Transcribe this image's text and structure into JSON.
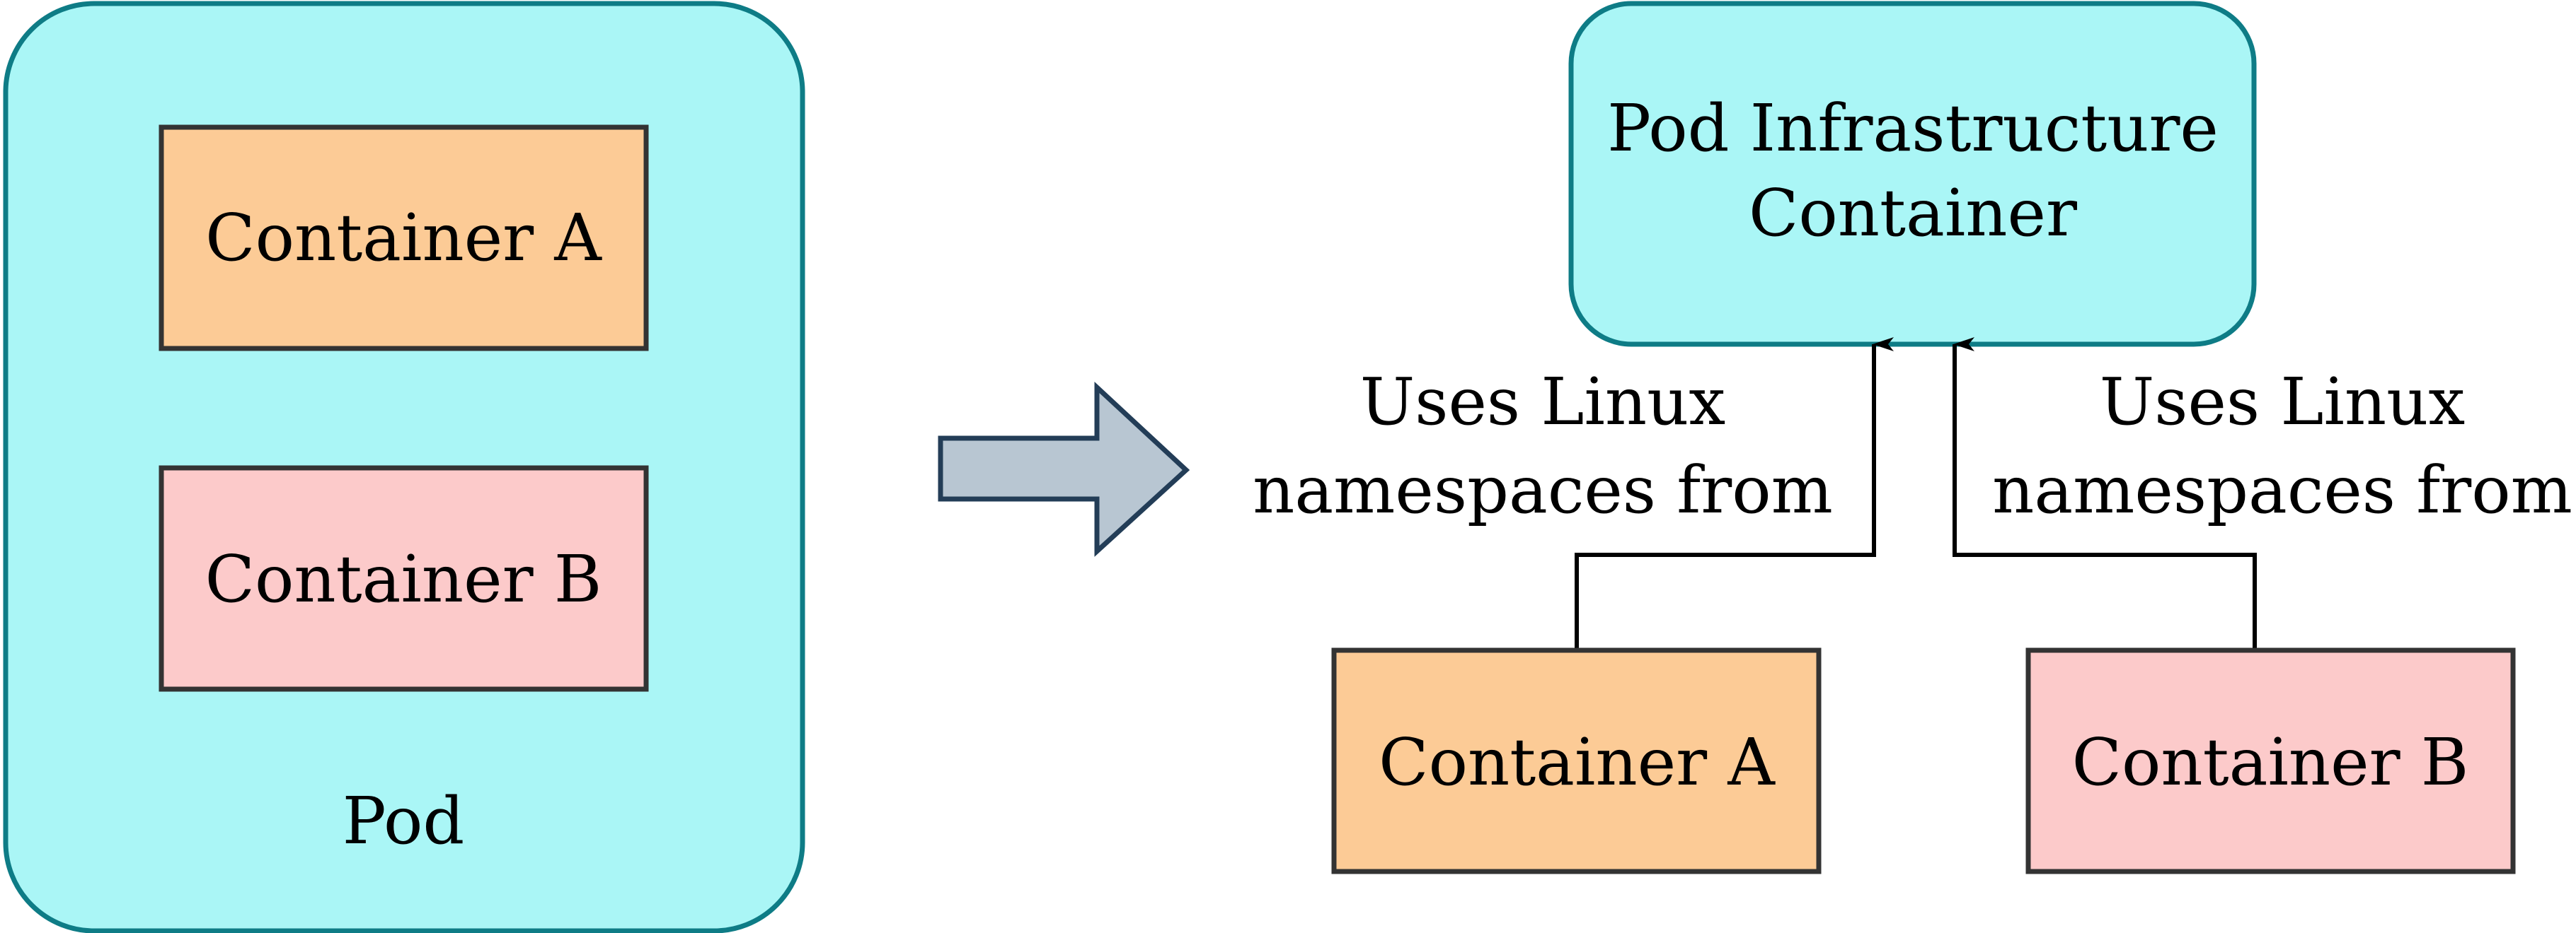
{
  "pod_group": {
    "label": "Pod",
    "container_a": "Container A",
    "container_b": "Container B"
  },
  "transform_arrow": "arrow-right",
  "infra": {
    "line1": "Pod Infrastructure",
    "line2": "Container"
  },
  "edge_left": {
    "line1": "Uses Linux",
    "line2": "namespaces from"
  },
  "edge_right": {
    "line1": "Uses Linux",
    "line2": "namespaces from"
  },
  "right_container_a": "Container A",
  "right_container_b": "Container B",
  "colors": {
    "pod_fill": "#aaf6f6",
    "pod_stroke": "#0e7c86",
    "container_a_fill": "#fccb96",
    "container_b_fill": "#fccaca",
    "box_stroke": "#333333",
    "arrow_fill": "#b8c6d2",
    "arrow_stroke": "#233d57"
  }
}
